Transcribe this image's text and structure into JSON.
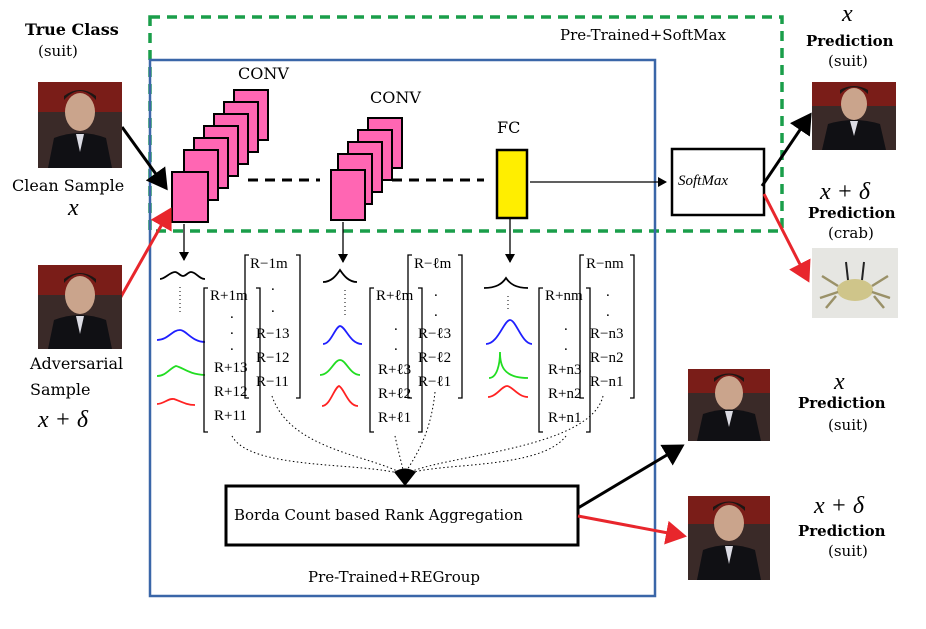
{
  "labels": {
    "true_class_title": "True Class",
    "true_class_value": "(suit)",
    "clean_sample": "Clean Sample",
    "clean_var": "x",
    "adversarial_1": "Adversarial",
    "adversarial_2": "Sample",
    "adv_var": "x + δ",
    "conv1": "CONV",
    "conv2": "CONV",
    "fc": "FC",
    "softmax": "SoftMax",
    "pretrained_softmax": "Pre-Trained+SoftMax",
    "pretrained_regroup": "Pre-Trained+REGroup",
    "borda": "Borda Count based Rank Aggregation"
  },
  "predictions": {
    "top_right_var": "x",
    "top_right_title": "Prediction",
    "top_right_value": "(suit)",
    "mid_right_var": "x + δ",
    "mid_right_title": "Prediction",
    "mid_right_value": "(crab)",
    "bottom_x_var": "x",
    "bottom_x_title": "Prediction",
    "bottom_x_value": "(suit)",
    "bottom_adv_var": "x + δ",
    "bottom_adv_title": "Prediction",
    "bottom_adv_value": "(suit)"
  },
  "rank_matrices": [
    {
      "left": [
        "R+1m",
        ".",
        ".",
        ".",
        "R+13",
        "R+12",
        "R+11"
      ],
      "right": [
        "R−1m",
        ".",
        ".",
        "R−13",
        "R−12",
        "R−11"
      ]
    },
    {
      "left": [
        "R+ℓm",
        ".",
        ".",
        "R+ℓ3",
        "R+ℓ2",
        "R+ℓ1"
      ],
      "right": [
        "R−ℓm",
        ".",
        ".",
        "R−ℓ3",
        "R−ℓ2",
        "R−ℓ1"
      ]
    },
    {
      "left": [
        "R+nm",
        ".",
        ".",
        "R+n3",
        "R+n2",
        "R+n1"
      ],
      "right": [
        "R−nm",
        ".",
        ".",
        "R−n3",
        "R−n2",
        "R−n1"
      ]
    }
  ],
  "colors": {
    "conv": "#ff66b3",
    "fc": "#ffee00",
    "green_box": "#1a9e4a",
    "blue_box": "#3a66a8",
    "red_arrow": "#e8262c",
    "curve_blue": "#1f1fff",
    "curve_green": "#22dd22",
    "curve_red": "#ff2222"
  }
}
